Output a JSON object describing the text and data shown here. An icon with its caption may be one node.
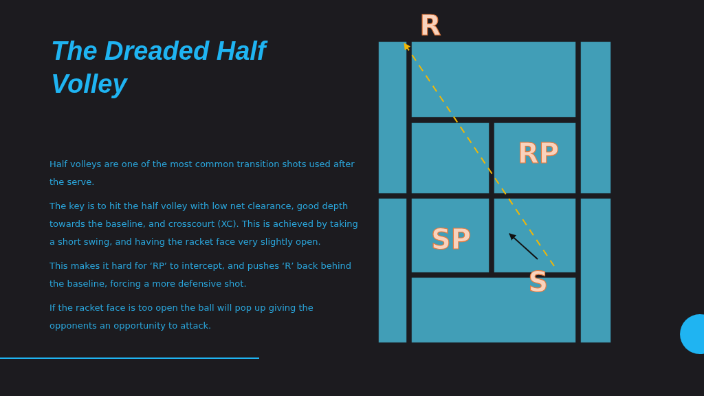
{
  "diagram": {
    "title": "The Dreaded Half Volley",
    "nodes": [
      {
        "text": [
          "R"
        ]
      },
      {
        "text": [
          "RP"
        ]
      },
      {
        "text": [
          "SP"
        ]
      },
      {
        "text": [
          "S"
        ]
      }
    ],
    "edges": [
      {
        "from": 3,
        "to": 0,
        "arrow": "to",
        "style": "dashed",
        "color": "#f2b705"
      }
    ],
    "labels": [
      "Half volleys are one of the most common transition shots used after the serve.",
      "The key is to hit the half volley with low net clearance, good depth towards the baseline, and crosscourt (XC). This is achieved by taking a short swing, and having the racket face very slightly open.",
      "This makes it hard for ‘RP’ to intercept, and pushes ‘R’ back behind the baseline, forcing a more defensive shot.",
      "If the racket face is too open the ball will pop up giving the opponents an opportunity to attack."
    ]
  }
}
